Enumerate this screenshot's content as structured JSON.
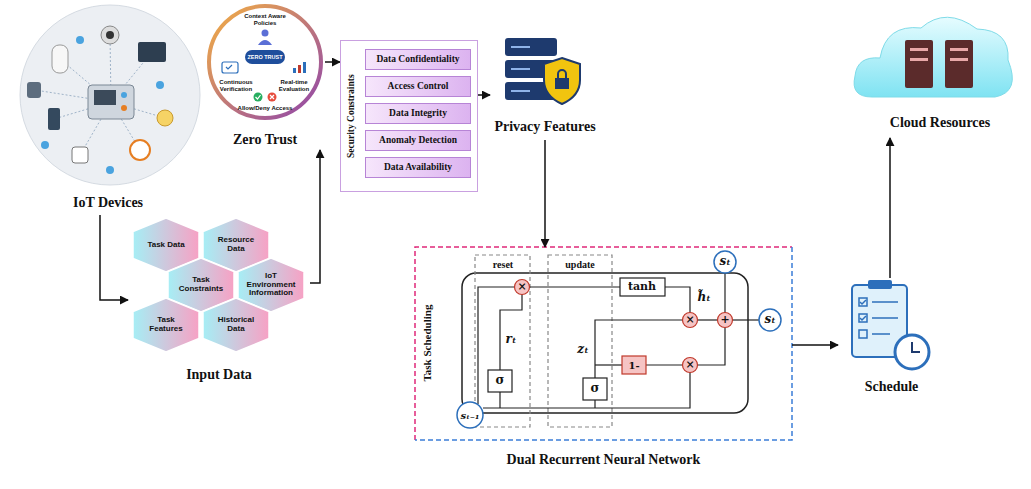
{
  "diagram": {
    "nodes": [
      {
        "text": [
          "IoT Devices"
        ]
      },
      {
        "text": [
          "Zero Trust"
        ]
      },
      {
        "text": [
          "Security Constraints"
        ]
      },
      {
        "text": [
          "Data Confidentiality"
        ],
        "in": 2
      },
      {
        "text": [
          "Access Control"
        ],
        "in": 2
      },
      {
        "text": [
          "Data Integrity"
        ],
        "in": 2
      },
      {
        "text": [
          "Anomaly Detection"
        ],
        "in": 2
      },
      {
        "text": [
          "Data Availability"
        ],
        "in": 2
      },
      {
        "text": [
          "Privacy Features"
        ]
      },
      {
        "text": [
          "Cloud Resources"
        ]
      },
      {
        "text": [
          "Input Data"
        ]
      },
      {
        "text": [
          "Task Data"
        ],
        "in": 10
      },
      {
        "text": [
          "Resource Data"
        ],
        "in": 10
      },
      {
        "text": [
          "Task Constraints"
        ],
        "in": 10
      },
      {
        "text": [
          "IoT Environment Information"
        ],
        "in": 10
      },
      {
        "text": [
          "Task Features"
        ],
        "in": 10
      },
      {
        "text": [
          "Historical Data"
        ],
        "in": 10
      },
      {
        "text": [
          "Task Scheduling",
          "Dual Recurrent Neural Network"
        ]
      },
      {
        "text": [
          "Schedule"
        ]
      }
    ],
    "edges": [
      {
        "from": 0,
        "to": 10,
        "arrow": "to"
      },
      {
        "from": 10,
        "to": 1,
        "arrow": "to"
      },
      {
        "from": 1,
        "to": 2,
        "arrow": "to"
      },
      {
        "from": 2,
        "to": 8,
        "arrow": "to"
      },
      {
        "from": 8,
        "to": 17,
        "arrow": "to"
      },
      {
        "from": 17,
        "to": 18,
        "arrow": "to"
      },
      {
        "from": 18,
        "to": 9,
        "arrow": "to"
      }
    ],
    "labels": [
      "Context Aware Policies",
      "ZERO TRUST",
      "Continuous Verification",
      "Real-time Evaluation",
      "Allow/Deny Access",
      "reset",
      "update",
      "rₜ",
      "σ",
      "×",
      "tanh",
      "h̃ₜ",
      "×",
      "+",
      "sₜ",
      "sₜ",
      "zₜ",
      "σ",
      "1-",
      "×",
      "sₜ₋₁"
    ]
  }
}
